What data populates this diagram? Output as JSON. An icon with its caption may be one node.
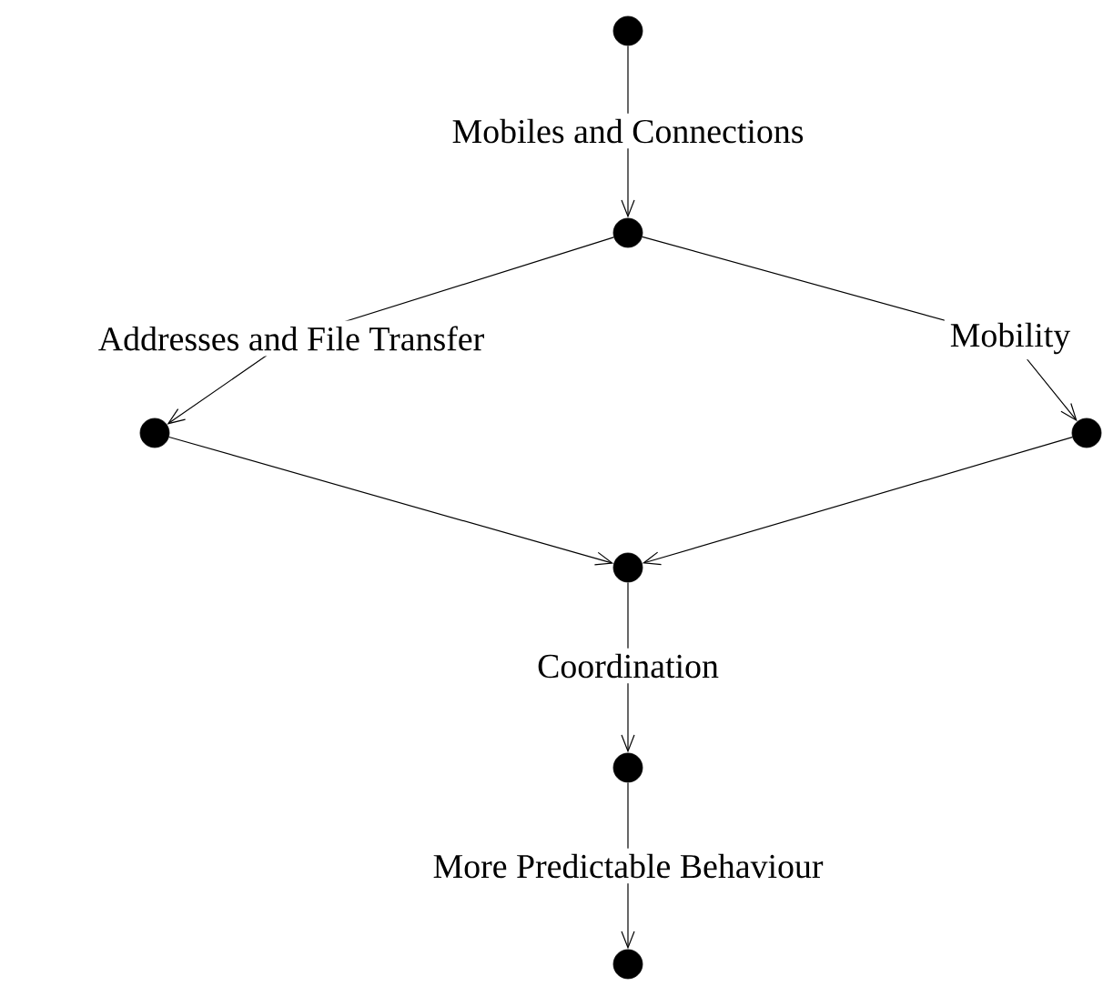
{
  "diagram": {
    "nodes": [
      {
        "text": [],
        "shape": "circle"
      },
      {
        "text": [],
        "shape": "circle"
      },
      {
        "text": [],
        "shape": "circle"
      },
      {
        "text": [],
        "shape": "circle"
      },
      {
        "text": [],
        "shape": "circle"
      },
      {
        "text": [],
        "shape": "circle"
      },
      {
        "text": [],
        "shape": "circle"
      }
    ],
    "edges": [
      {
        "from": 0,
        "to": 1,
        "arrow": "to",
        "label": "Mobiles and Connections"
      },
      {
        "from": 1,
        "to": 2,
        "arrow": "to",
        "label": "Addresses and File Transfer"
      },
      {
        "from": 1,
        "to": 3,
        "arrow": "to",
        "label": "Mobility"
      },
      {
        "from": 2,
        "to": 4,
        "arrow": "to"
      },
      {
        "from": 3,
        "to": 4,
        "arrow": "to"
      },
      {
        "from": 4,
        "to": 5,
        "arrow": "to",
        "label": "Coordination"
      },
      {
        "from": 5,
        "to": 6,
        "arrow": "to",
        "label": "More Predictable Behaviour"
      }
    ]
  }
}
